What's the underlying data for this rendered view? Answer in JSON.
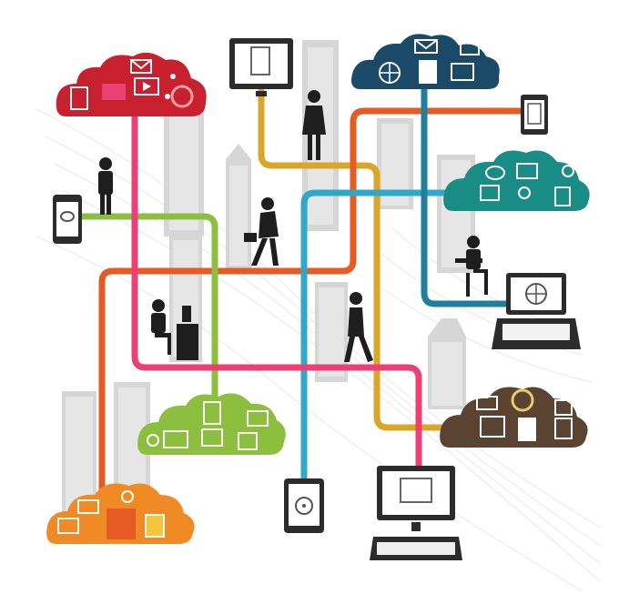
{
  "colors": {
    "pink": "#EC3F76",
    "orange": "#E65A24",
    "lightorange": "#F08A24",
    "green": "#8DBF3F",
    "teal": "#2FA9C8",
    "darkteal": "#1E5F7A",
    "gold": "#D9A52A",
    "red": "#C9202F",
    "brown": "#5A4330",
    "tealcloud": "#1A8C86",
    "navy": "#1B4968",
    "building": "#D7D7D7",
    "person": "#1E1E1E"
  },
  "clouds": [
    {
      "id": "red",
      "icons": [
        "mail-icon",
        "video-icon",
        "presentation-icon",
        "document-icon",
        "film-reel-icon"
      ]
    },
    {
      "id": "navy",
      "icons": [
        "globe-icon",
        "mail-icon",
        "document-icon",
        "contact-card-icon",
        "chart-icon"
      ]
    },
    {
      "id": "teal",
      "icons": [
        "chat-icon",
        "video-icon",
        "music-icon",
        "network-icon",
        "image-icon"
      ]
    },
    {
      "id": "green",
      "icons": [
        "document-icon",
        "mail-icon",
        "video-icon",
        "contact-icon",
        "music-icon"
      ]
    },
    {
      "id": "brown",
      "icons": [
        "mail-icon",
        "film-reel-icon",
        "document-icon",
        "image-icon",
        "contact-icon"
      ]
    },
    {
      "id": "orange",
      "icons": [
        "mail-icon",
        "document-icon",
        "chart-icon",
        "refresh-icon",
        "shopping-icon"
      ]
    }
  ],
  "devices": [
    {
      "id": "monitor-top",
      "icon": "document-chart-icon"
    },
    {
      "id": "tablet-top-right",
      "icon": "document-icon"
    },
    {
      "id": "phone-left",
      "icon": "chat-icon"
    },
    {
      "id": "laptop-right",
      "icon": "globe-icon"
    },
    {
      "id": "tablet-bottom",
      "icon": "disc-icon"
    },
    {
      "id": "desktop-bottom",
      "icon": "presentation-icon"
    }
  ]
}
